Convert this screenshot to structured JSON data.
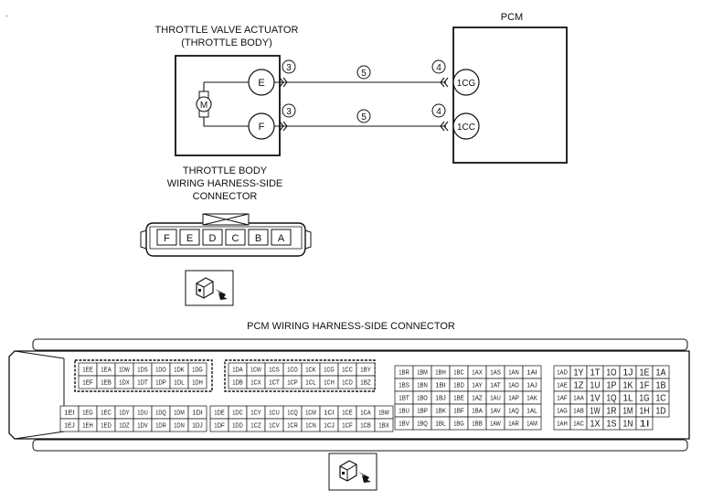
{
  "actuator": {
    "title_line1": "THROTTLE VALVE ACTUATOR",
    "title_line2": "(THROTTLE BODY)",
    "motor": "M",
    "terminals": [
      "E",
      "F"
    ]
  },
  "pcm": {
    "title": "PCM",
    "terminals": [
      "1CG",
      "1CC"
    ]
  },
  "callouts": {
    "near_actuator": "3",
    "wire": "5",
    "near_pcm": "4"
  },
  "tb_connector": {
    "title_line1": "THROTTLE BODY",
    "title_line2": "WIRING HARNESS-SIDE",
    "title_line3": "CONNECTOR",
    "pins": [
      "F",
      "E",
      "D",
      "C",
      "B",
      "A"
    ]
  },
  "pcm_connector": {
    "title": "PCM WIRING HARNESS-SIDE CONNECTOR",
    "block1": [
      [
        "1EE",
        "1EA",
        "1DW",
        "1DS",
        "1DO",
        "1DK",
        "1DG"
      ],
      [
        "1EF",
        "1EB",
        "1DX",
        "1DT",
        "1DP",
        "1DL",
        "1DH"
      ],
      [
        "1EI",
        "1EG",
        "1EC",
        "1DY",
        "1DU",
        "1DQ",
        "1DM",
        "1DI"
      ],
      [
        "1EJ",
        "1EH",
        "1ED",
        "1DZ",
        "1DV",
        "1DR",
        "1DN",
        "1DJ"
      ]
    ],
    "block2": [
      [
        "1DA",
        "1CW",
        "1CS",
        "1CO",
        "1CK",
        "1CG",
        "1CC",
        "1BY"
      ],
      [
        "1DB",
        "1CX",
        "1CT",
        "1CP",
        "1CL",
        "1CH",
        "1CD",
        "1BZ"
      ],
      [
        "1DE",
        "1DC",
        "1CY",
        "1CU",
        "1CQ",
        "1CM",
        "1CI",
        "1CE",
        "1CA",
        "1BW"
      ],
      [
        "1DF",
        "1DD",
        "1CZ",
        "1CV",
        "1CR",
        "1CN",
        "1CJ",
        "1CF",
        "1CB",
        "1BX"
      ]
    ],
    "block3": [
      [
        "1BR",
        "1BM",
        "1BH",
        "1BC",
        "1AX",
        "1AS",
        "1AN",
        "1AI"
      ],
      [
        "1BS",
        "1BN",
        "1BI",
        "1BD",
        "1AY",
        "1AT",
        "1AO",
        "1AJ"
      ],
      [
        "1BT",
        "1BO",
        "1BJ",
        "1BE",
        "1AZ",
        "1AU",
        "1AP",
        "1AK"
      ],
      [
        "1BU",
        "1BP",
        "1BK",
        "1BF",
        "1BA",
        "1AV",
        "1AQ",
        "1AL"
      ],
      [
        "1BV",
        "1BQ",
        "1BL",
        "1BG",
        "1BB",
        "1AW",
        "1AR",
        "1AM"
      ]
    ],
    "block4": [
      [
        "1AD",
        "1Y",
        "1T",
        "1O",
        "1J",
        "1E",
        "1A"
      ],
      [
        "1AE",
        "1Z",
        "1U",
        "1P",
        "1K",
        "1F",
        "1B"
      ],
      [
        "1AF",
        "1AA",
        "1V",
        "1Q",
        "1L",
        "1G",
        "1C"
      ],
      [
        "1AG",
        "1AB",
        "1W",
        "1R",
        "1M",
        "1H",
        "1D"
      ],
      [
        "1AH",
        "1AC",
        "1X",
        "1S",
        "1N",
        "1I"
      ]
    ]
  }
}
